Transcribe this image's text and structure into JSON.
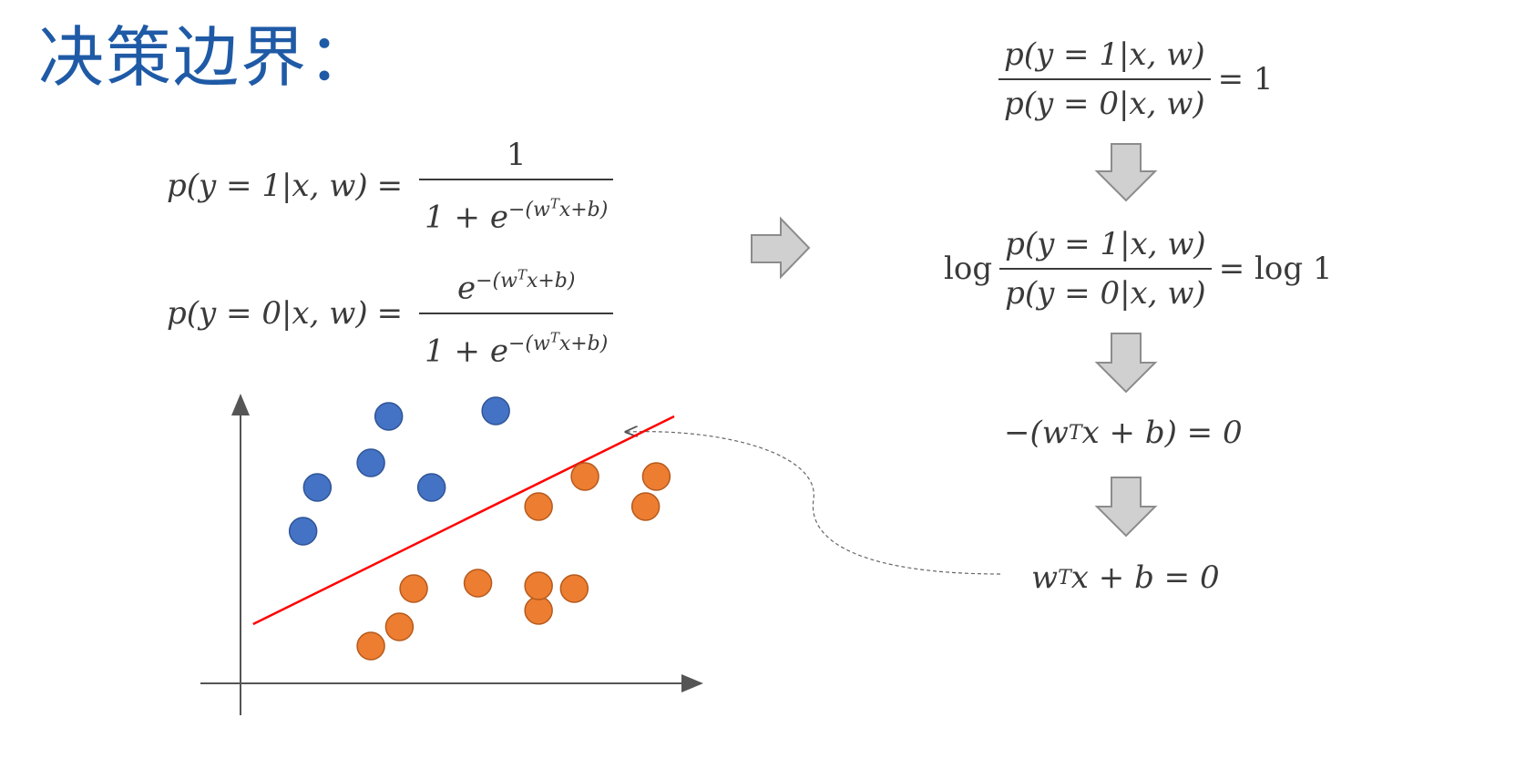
{
  "title": "决策边界：",
  "eq1": {
    "lhs": "p(y = 1|x, w)",
    "eq": "=",
    "num": "1",
    "den_base": "1 + e",
    "den_exp": "−(w",
    "den_exp_sup": "T",
    "den_exp_tail": "x+b)"
  },
  "eq2": {
    "lhs": "p(y = 0|x, w)",
    "eq": "=",
    "num_base": "e",
    "num_exp": "−(w",
    "num_exp_sup": "T",
    "num_exp_tail": "x+b)",
    "den_base": "1 + e",
    "den_exp": "−(w",
    "den_exp_sup": "T",
    "den_exp_tail": "x+b)"
  },
  "step1": {
    "num": "p(y = 1|x, w)",
    "den": "p(y = 0|x, w)",
    "rhs": "= 1"
  },
  "step2": {
    "log": "log",
    "num": "p(y = 1|x, w)",
    "den": "p(y = 0|x, w)",
    "rhs": "= log 1"
  },
  "step3": {
    "pre": "−(w",
    "sup": "T",
    "post": "x + b) = 0"
  },
  "step4": {
    "pre": "w",
    "sup": "T",
    "post": "x + b = 0"
  },
  "colors": {
    "title": "#1f5aa6",
    "blue_points": "#4472c4",
    "orange_points": "#ed7d31",
    "boundary": "#ff0000",
    "arrow_fill": "#d0d0d0",
    "arrow_stroke": "#8c8c8c"
  },
  "chart_data": {
    "type": "scatter",
    "xlim": [
      0,
      10
    ],
    "ylim": [
      0,
      10
    ],
    "series": [
      {
        "points": [
          [
            1.6,
            5.4
          ],
          [
            2.0,
            7.0
          ],
          [
            3.5,
            7.9
          ],
          [
            4.0,
            9.6
          ],
          [
            5.2,
            7.0
          ],
          [
            7.0,
            9.8
          ]
        ],
        "color": "#4472c4"
      },
      {
        "points": [
          [
            3.5,
            1.2
          ],
          [
            4.3,
            1.9
          ],
          [
            4.7,
            3.3
          ],
          [
            6.5,
            3.5
          ],
          [
            8.2,
            2.5
          ],
          [
            8.2,
            3.4
          ],
          [
            8.2,
            6.3
          ],
          [
            9.2,
            3.3
          ],
          [
            9.5,
            7.4
          ],
          [
            11.2,
            6.3
          ],
          [
            11.5,
            7.4
          ]
        ],
        "color": "#ed7d31"
      }
    ],
    "boundary": {
      "x1": 0.2,
      "y1": 2.0,
      "x2": 12.0,
      "y2": 9.6,
      "color": "#ff0000"
    },
    "grid": false
  }
}
